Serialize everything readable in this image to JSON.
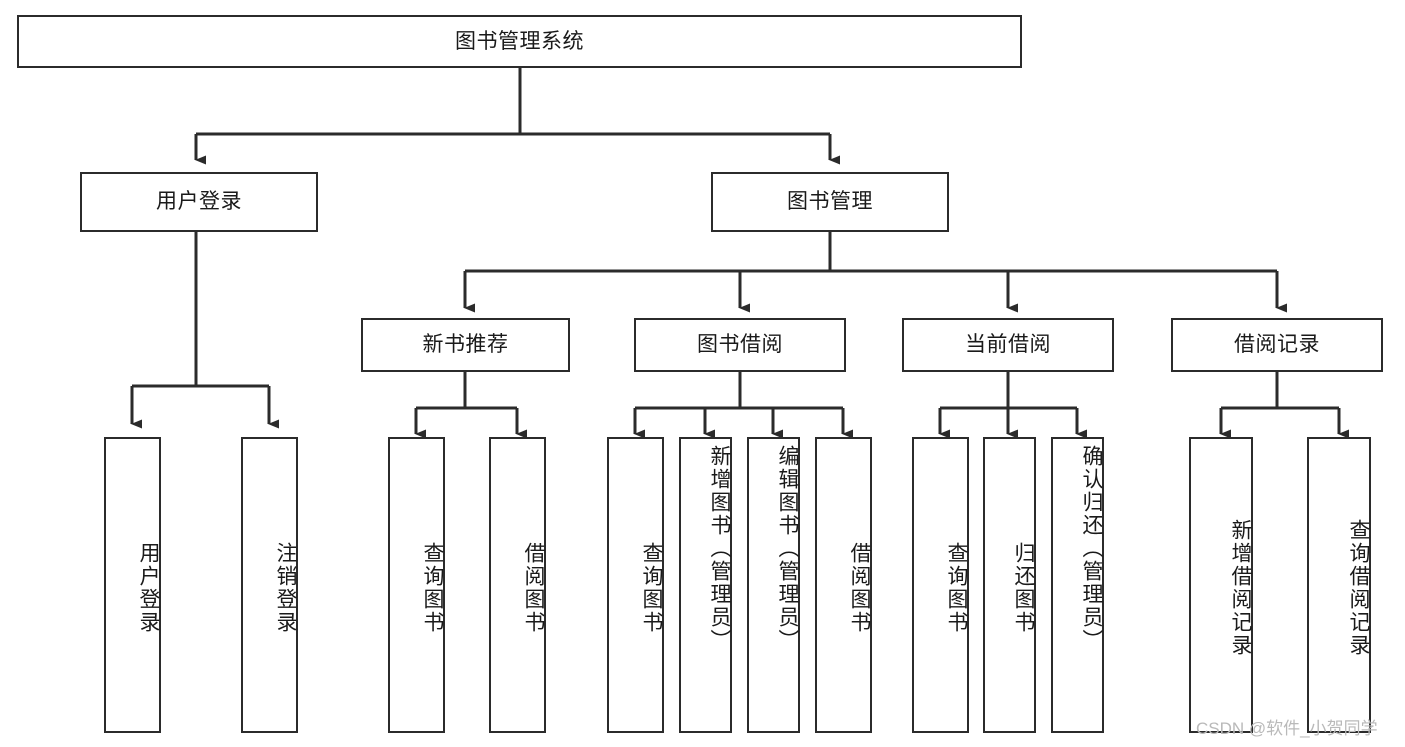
{
  "diagram": {
    "title": "图书管理系统",
    "type": "hierarchy-tree",
    "watermark": "CSDN @软件_小贺同学",
    "colors": {
      "box_border": "#2b2b2b",
      "box_fill": "#ffffff",
      "connector": "#2b2b2b",
      "text": "#1a1a1a",
      "watermark": "#b9b9b9",
      "background": "#ffffff"
    },
    "levels": {
      "root": {
        "label": "图书管理系统"
      },
      "level1": [
        {
          "id": "user-login",
          "label": "用户登录"
        },
        {
          "id": "book-management",
          "label": "图书管理"
        }
      ],
      "level2": [
        {
          "id": "new-book-recommend",
          "label": "新书推荐",
          "parent": "book-management"
        },
        {
          "id": "book-borrow",
          "label": "图书借阅",
          "parent": "book-management"
        },
        {
          "id": "current-borrow",
          "label": "当前借阅",
          "parent": "book-management"
        },
        {
          "id": "borrow-record",
          "label": "借阅记录",
          "parent": "book-management"
        }
      ],
      "leaves": {
        "user-login": [
          {
            "id": "leaf-user-login",
            "label": "用户登录"
          },
          {
            "id": "leaf-logout-login",
            "label": "注销登录"
          }
        ],
        "new-book-recommend": [
          {
            "id": "leaf-query-book-1",
            "label": "查询图书"
          },
          {
            "id": "leaf-borrow-book-1",
            "label": "借阅图书"
          }
        ],
        "book-borrow": [
          {
            "id": "leaf-query-book-2",
            "label": "查询图书"
          },
          {
            "id": "leaf-add-book-admin",
            "label": "新增图书（管理员）"
          },
          {
            "id": "leaf-edit-book-admin",
            "label": "编辑图书（管理员）"
          },
          {
            "id": "leaf-borrow-book-2",
            "label": "借阅图书"
          }
        ],
        "current-borrow": [
          {
            "id": "leaf-query-book-3",
            "label": "查询图书"
          },
          {
            "id": "leaf-return-book",
            "label": "归还图书"
          },
          {
            "id": "leaf-confirm-return-admin",
            "label": "确认归还（管理员）"
          }
        ],
        "borrow-record": [
          {
            "id": "leaf-add-borrow-record",
            "label": "新增借阅记录"
          },
          {
            "id": "leaf-query-borrow-record",
            "label": "查询借阅记录"
          }
        ]
      }
    }
  }
}
